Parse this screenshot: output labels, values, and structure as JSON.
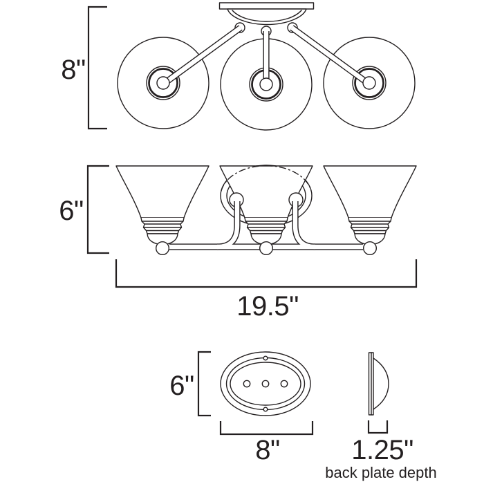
{
  "colors": {
    "line": "#231f20",
    "background": "#ffffff"
  },
  "views": {
    "fixture_top": {
      "height_label": "8\""
    },
    "fixture_front": {
      "height_label": "6\"",
      "width_label": "19.5\""
    },
    "backplate_front": {
      "height_label": "6\"",
      "width_label": "8\""
    },
    "backplate_side": {
      "depth_label": "1.25\"",
      "caption": "back plate depth"
    }
  }
}
